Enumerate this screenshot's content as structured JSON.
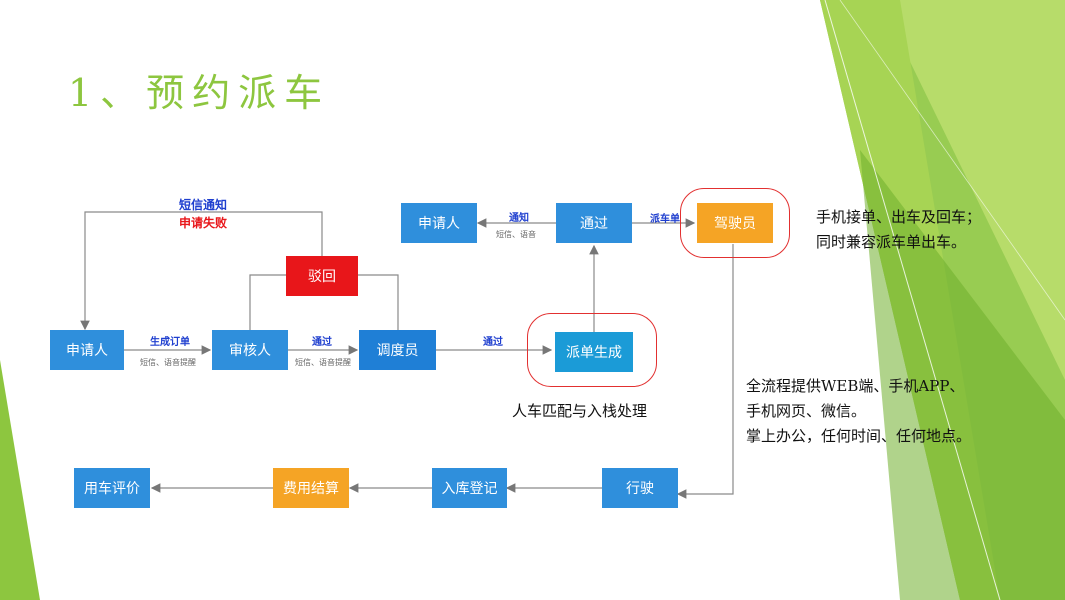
{
  "slide": {
    "title": "1、预约派车"
  },
  "nodes": {
    "applicant_left": "申请人",
    "reviewer": "审核人",
    "dispatcher": "调度员",
    "reject": "驳回",
    "dispatch_order": "派单生成",
    "applicant_top": "申请人",
    "pass_top": "通过",
    "driver": "驾驶员",
    "driving": "行驶",
    "storage": "入库登记",
    "settlement": "费用结算",
    "evaluation": "用车评价"
  },
  "edges": {
    "sms_notice": "短信通知",
    "apply_failed": "申请失败",
    "gen_order": "生成订单",
    "gen_order_sub": "短信、语音提醒",
    "pass1": "通过",
    "pass1_sub": "短信、语音提醒",
    "pass2": "通过",
    "notify": "通知",
    "notify_sub": "短信、语音",
    "dispatch": "派车单"
  },
  "notes": {
    "driver_line1": "手机接单、出车及回车；",
    "driver_line2": "同时兼容派车单出车。",
    "platform_line1": "全流程提供WEB端、手机APP、",
    "platform_line2": "手机网页、微信。",
    "platform_line3": "掌上办公，任何时间、任何地点。",
    "matching": "人车匹配与入栈处理"
  },
  "colors": {
    "title": "#8dc63f",
    "node_blue": "#2f8fdc",
    "reject": "#e8161a",
    "driver": "#f5a425",
    "label_blue": "#1f3fcf",
    "fail_red": "#e8161a"
  }
}
